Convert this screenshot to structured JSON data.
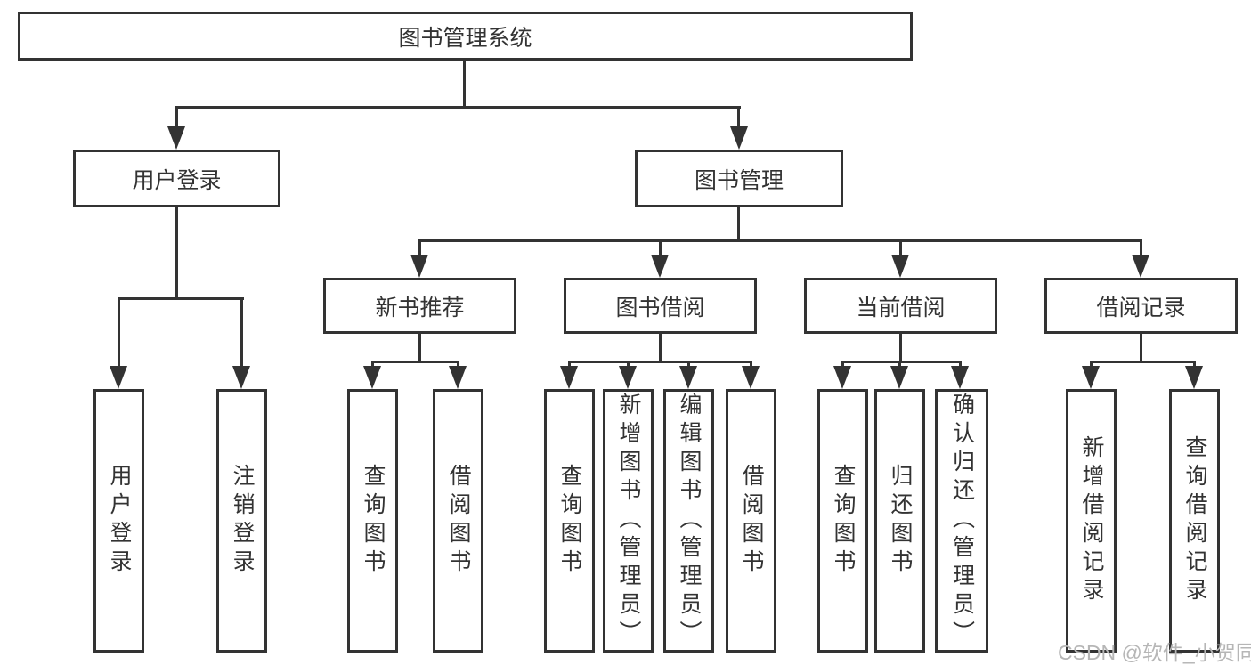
{
  "diagram": {
    "tree": {
      "label": "图书管理系统",
      "children": [
        {
          "label": "用户登录",
          "children": [
            {
              "label": "用户登录"
            },
            {
              "label": "注销登录"
            }
          ]
        },
        {
          "label": "图书管理",
          "children": [
            {
              "label": "新书推荐",
              "children": [
                {
                  "label": "查询图书"
                },
                {
                  "label": "借阅图书"
                }
              ]
            },
            {
              "label": "图书借阅",
              "children": [
                {
                  "label": "查询图书"
                },
                {
                  "label": "新增图书（管理员）"
                },
                {
                  "label": "编辑图书（管理员）"
                },
                {
                  "label": "借阅图书"
                }
              ]
            },
            {
              "label": "当前借阅",
              "children": [
                {
                  "label": "查询图书"
                },
                {
                  "label": "归还图书"
                },
                {
                  "label": "确认归还（管理员）"
                }
              ]
            },
            {
              "label": "借阅记录",
              "children": [
                {
                  "label": "新增借阅记录"
                },
                {
                  "label": "查询借阅记录"
                }
              ]
            }
          ]
        }
      ]
    },
    "watermark": "CSDN @软件_小贺同学",
    "colors": {
      "line": "#333333",
      "text": "#333333",
      "background": "#ffffff",
      "watermark": "#b6b6b6"
    }
  }
}
